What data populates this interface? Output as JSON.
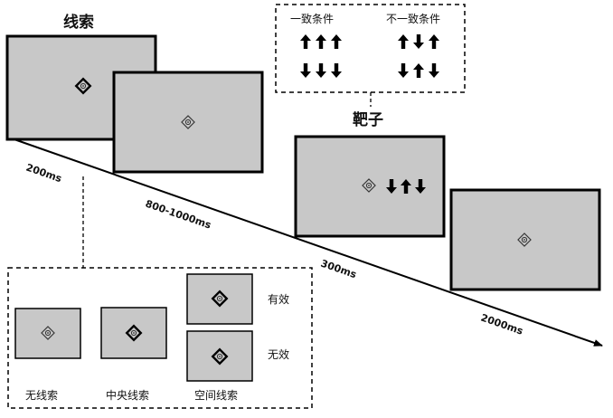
{
  "cue_title": "线索",
  "target_title": "靶子",
  "legend": {
    "congruent_label": "一致条件",
    "incongruent_label": "不一致条件"
  },
  "timings": {
    "cue": "200ms",
    "interval": "800-1000ms",
    "target": "300ms",
    "response": "2000ms"
  },
  "cue_types": {
    "none": "无线索",
    "central": "中央线索",
    "spatial": "空间线索",
    "valid": "有效",
    "invalid": "无效"
  },
  "colors": {
    "screen_fill": "#c8c8c8",
    "frame": "#000000",
    "arrow": "#000000"
  }
}
